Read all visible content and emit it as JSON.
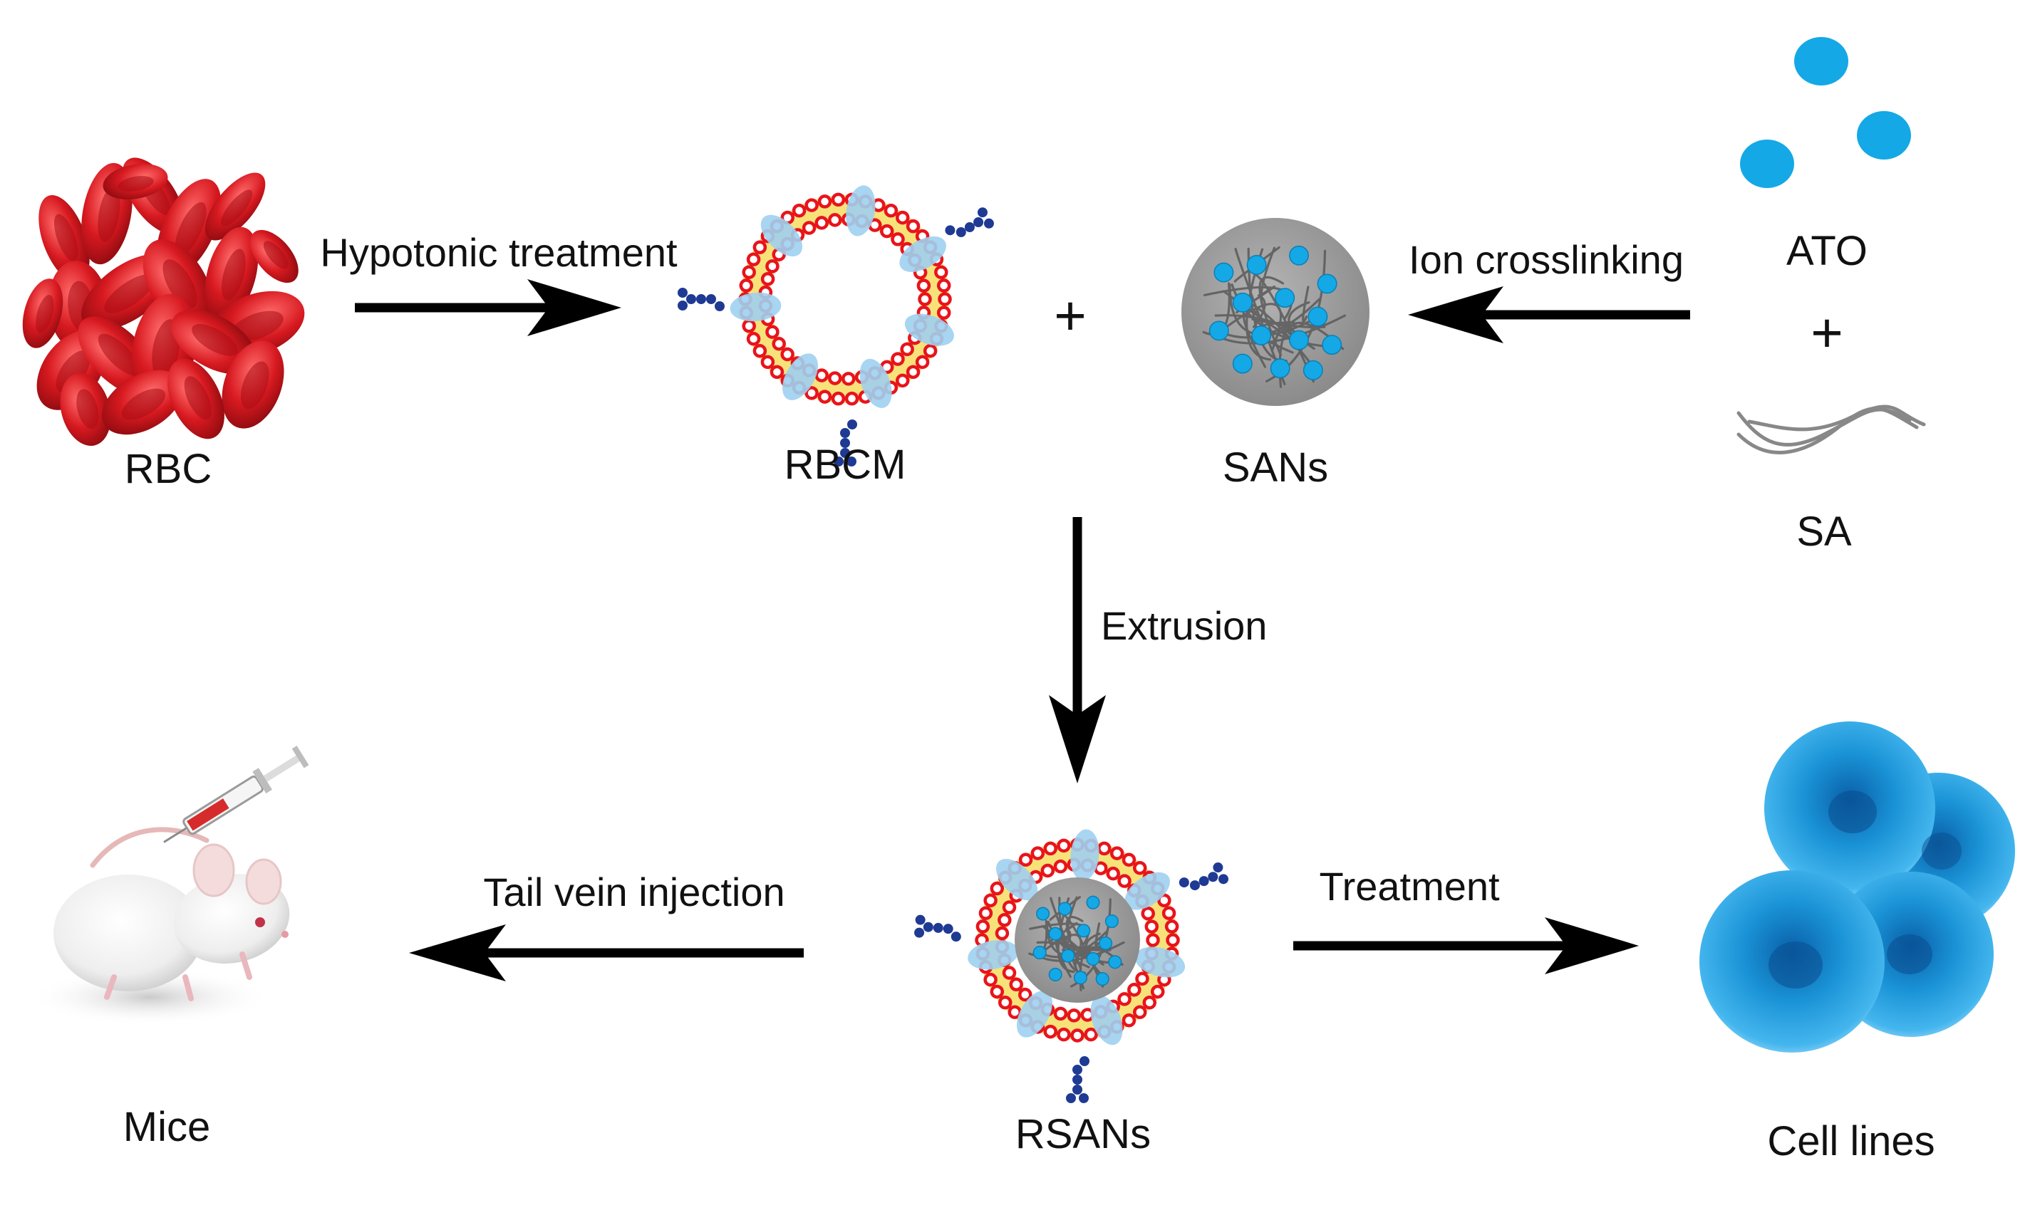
{
  "nodes": {
    "rbc": {
      "label": "RBC"
    },
    "rbcm": {
      "label": "RBCM"
    },
    "sans": {
      "label": "SANs"
    },
    "ato": {
      "label": "ATO"
    },
    "sa": {
      "label": "SA"
    },
    "rsans": {
      "label": "RSANs"
    },
    "mice": {
      "label": "Mice"
    },
    "cells": {
      "label": "Cell lines"
    }
  },
  "edges": {
    "hypotonic": {
      "label": "Hypotonic treatment"
    },
    "crosslinking": {
      "label": "Ion crosslinking"
    },
    "extrusion": {
      "label": "Extrusion"
    },
    "injection": {
      "label": "Tail vein injection"
    },
    "treatment": {
      "label": "Treatment"
    }
  },
  "operators": {
    "plus_rbcm_sans": "+",
    "plus_ato_sa": "+"
  },
  "colors": {
    "rbc_red": "#d71920",
    "membrane_red": "#e8141c",
    "lipid_yellow": "#f7e27a",
    "protein_blue": "#9fd0ef",
    "glycan_navy": "#1f3a93",
    "drug_cyan": "#14a8e6",
    "core_gray": "#9a9a9a",
    "cell_blue": "#1a93d6",
    "arrow": "#000000"
  }
}
